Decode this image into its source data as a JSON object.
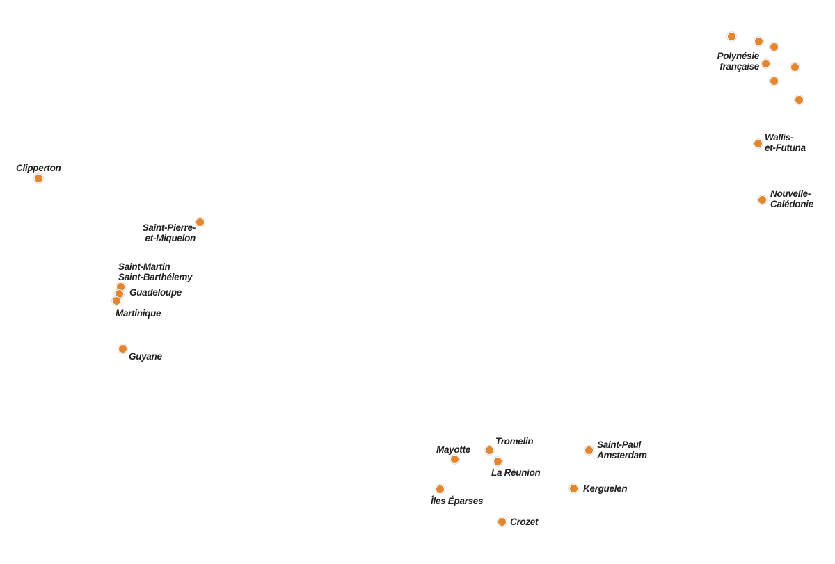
{
  "map": {
    "accent_color": "#e3862f",
    "territories": [
      {
        "id": "clipperton",
        "lines": [
          "Clipperton"
        ]
      },
      {
        "id": "saint-pierre",
        "lines": [
          "Saint-Pierre-",
          "et-Miquelon"
        ]
      },
      {
        "id": "saint-martin",
        "lines": [
          "Saint-Martin"
        ]
      },
      {
        "id": "saint-barthelemy",
        "lines": [
          "Saint-Barthélemy"
        ]
      },
      {
        "id": "guadeloupe",
        "lines": [
          "Guadeloupe"
        ]
      },
      {
        "id": "martinique",
        "lines": [
          "Martinique"
        ]
      },
      {
        "id": "guyane",
        "lines": [
          "Guyane"
        ]
      },
      {
        "id": "polynesie",
        "lines": [
          "Polynésie",
          "française"
        ]
      },
      {
        "id": "wallis",
        "lines": [
          "Wallis-",
          "et-Futuna"
        ]
      },
      {
        "id": "nouvelle-caledonie",
        "lines": [
          "Nouvelle-",
          "Calédonie"
        ]
      },
      {
        "id": "mayotte",
        "lines": [
          "Mayotte"
        ]
      },
      {
        "id": "tromelin",
        "lines": [
          "Tromelin"
        ]
      },
      {
        "id": "la-reunion",
        "lines": [
          "La Réunion"
        ]
      },
      {
        "id": "saint-paul-amsterdam",
        "lines": [
          "Saint-Paul",
          "Amsterdam"
        ]
      },
      {
        "id": "kerguelen",
        "lines": [
          "Kerguelen"
        ]
      },
      {
        "id": "iles-eparses",
        "lines": [
          "Îles Éparses"
        ]
      },
      {
        "id": "crozet",
        "lines": [
          "Crozet"
        ]
      }
    ]
  }
}
